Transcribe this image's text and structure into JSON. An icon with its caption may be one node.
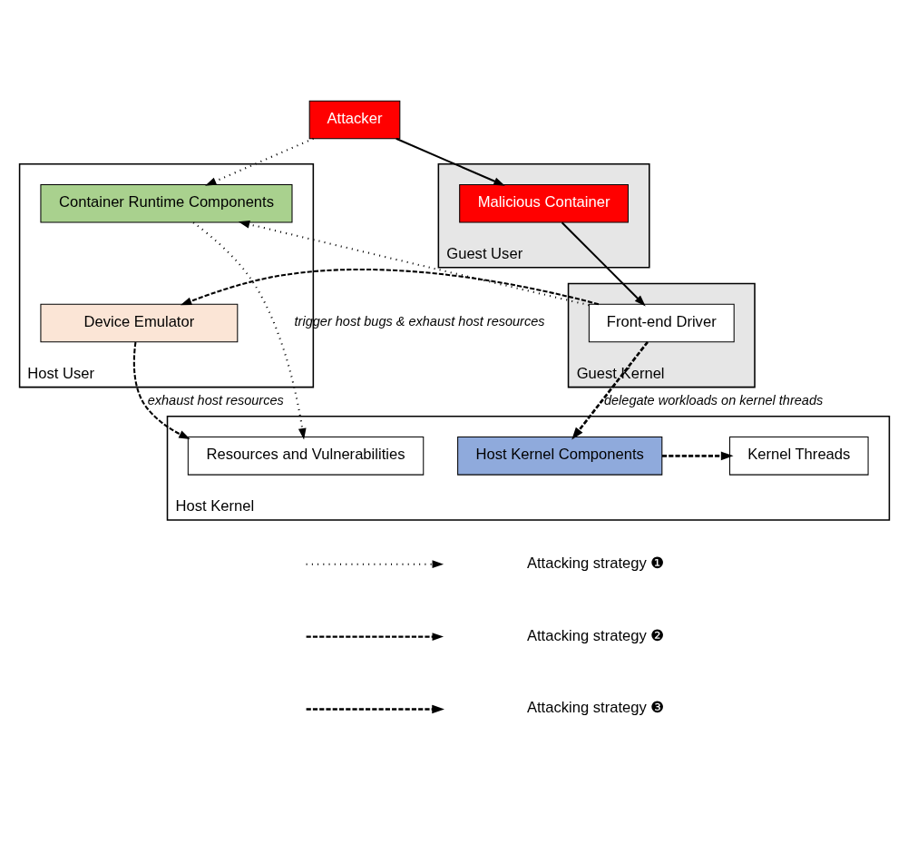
{
  "diagram": {
    "nodes": [
      {
        "text": [
          "Attacker"
        ]
      },
      {
        "text": [
          "Guest User"
        ]
      },
      {
        "text": [
          "Malicious Container"
        ],
        "in": 1
      },
      {
        "text": [
          "Guest Kernel"
        ]
      },
      {
        "text": [
          "Front-end Driver"
        ],
        "in": 3
      },
      {
        "text": [
          "Host User"
        ]
      },
      {
        "text": [
          "Container Runtime Components"
        ],
        "in": 5
      },
      {
        "text": [
          "Device Emulator"
        ],
        "in": 5
      },
      {
        "text": [
          "Host Kernel"
        ]
      },
      {
        "text": [
          "Host Kernel Components"
        ],
        "in": 8
      },
      {
        "text": [
          "Kernel Threads"
        ],
        "in": 8
      },
      {
        "text": [
          "Resources and Vulnerabilities"
        ],
        "in": 8
      }
    ],
    "edges": [
      {
        "from": 0,
        "to": 2,
        "arrow": "to"
      },
      {
        "from": 0,
        "to": 6,
        "arrow": "to",
        "style": "dashed"
      },
      {
        "from": 2,
        "to": 4,
        "arrow": "to"
      },
      {
        "from": 4,
        "to": 6,
        "arrow": "to",
        "style": "dashed"
      },
      {
        "from": 4,
        "to": 7,
        "arrow": "to",
        "style": "dashed"
      },
      {
        "from": 4,
        "to": 9,
        "arrow": "to",
        "style": "dashed",
        "label": "delegate workloads on kernel threads"
      },
      {
        "from": 7,
        "to": 11,
        "arrow": "to",
        "style": "dashed",
        "label": "exhaust host resources"
      },
      {
        "from": 6,
        "to": 11,
        "arrow": "to",
        "style": "dashed",
        "label": "trigger host bugs & exhaust host resources"
      },
      {
        "from": 9,
        "to": 10,
        "arrow": "to",
        "style": "dashed"
      }
    ],
    "legend": [
      {
        "text": "Attacking strategy ❶"
      },
      {
        "text": "Attacking strategy ❷"
      },
      {
        "text": "Attacking strategy ❸"
      }
    ]
  }
}
